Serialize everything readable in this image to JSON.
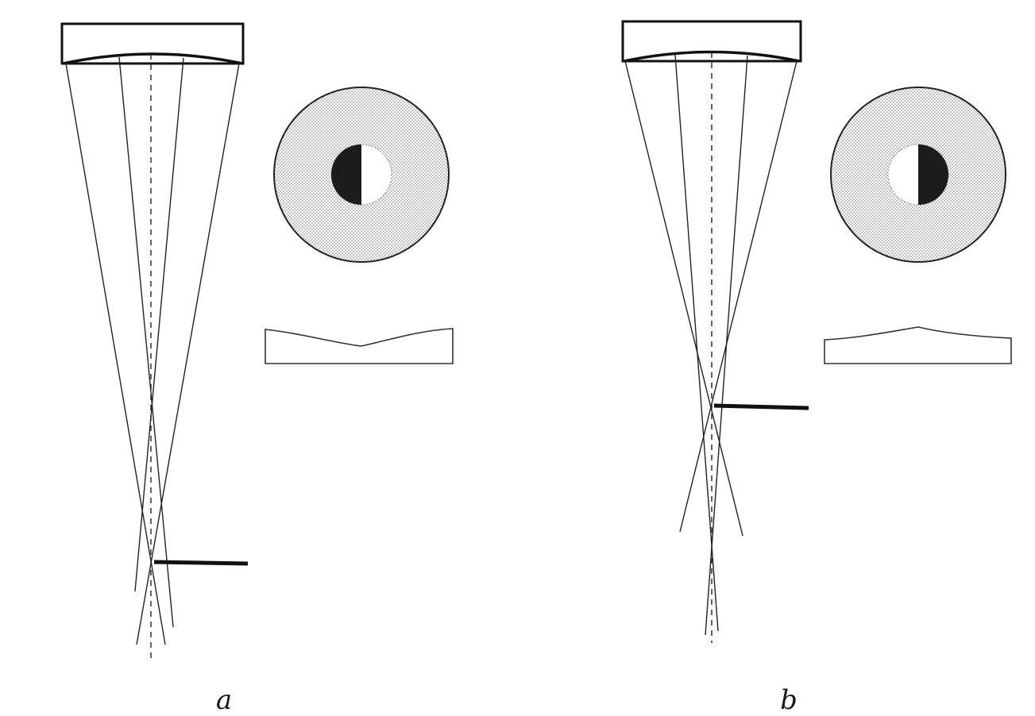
{
  "figure": {
    "panels": [
      {
        "id": "a",
        "label": "a",
        "surface_profile": "depression",
        "shadow_side": "left",
        "knife_edge_position": "far-from-mirror"
      },
      {
        "id": "b",
        "label": "b",
        "surface_profile": "bump",
        "shadow_side": "right",
        "knife_edge_position": "near-mirror"
      }
    ],
    "colors": {
      "ink": "#111111",
      "shadow": "#1c1c1c",
      "background": "#ffffff"
    }
  }
}
